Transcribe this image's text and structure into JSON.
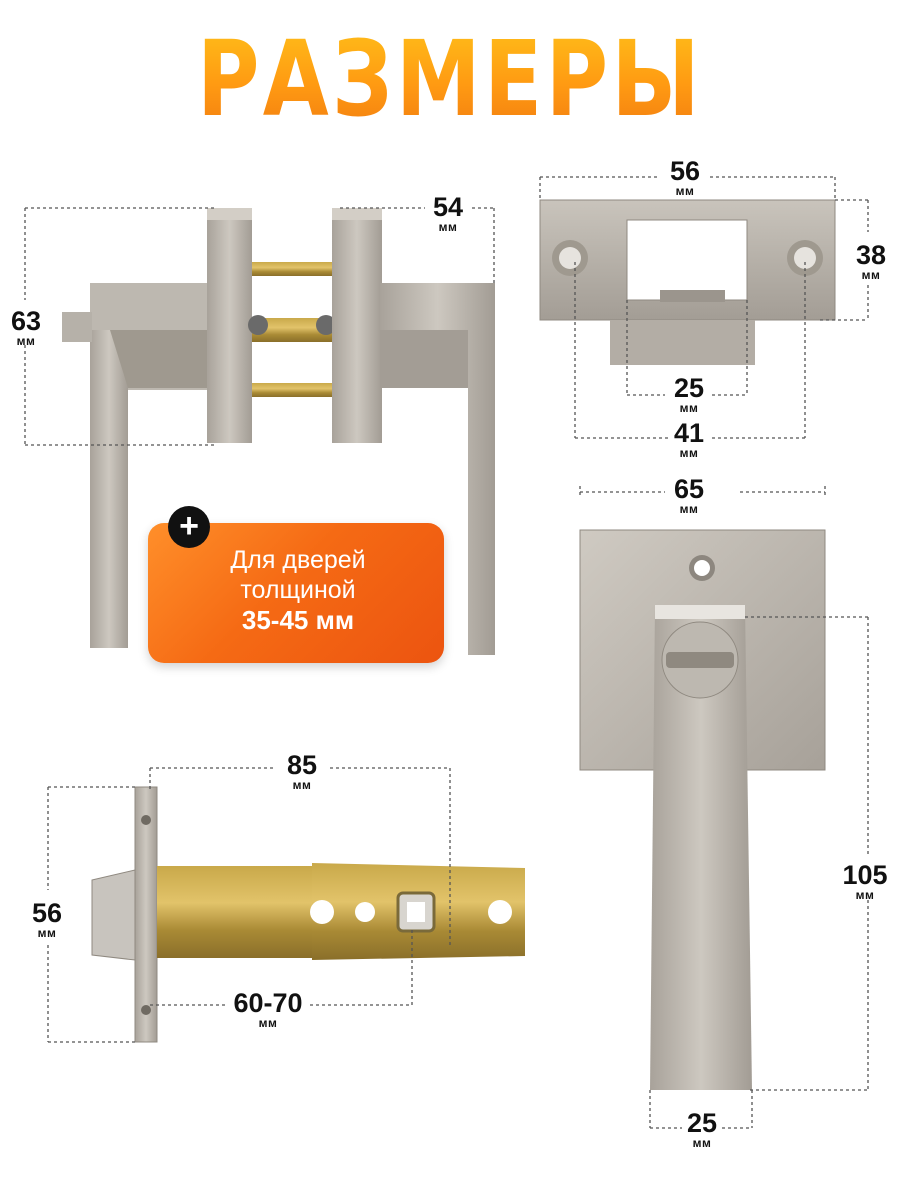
{
  "title": "РАЗМЕРЫ",
  "unit": "мм",
  "handle": {
    "height": "63",
    "depth": "54"
  },
  "strike_plate": {
    "width": "56",
    "height": "38",
    "opening": "25",
    "hole_spacing": "41"
  },
  "rosette": {
    "width": "65",
    "handle_length": "105",
    "handle_width": "25"
  },
  "latch": {
    "length": "85",
    "faceplate_height": "56",
    "backset": "60-70"
  },
  "badge": {
    "line1": "Для дверей",
    "line2": "толщиной",
    "line3": "35-45 мм"
  },
  "colors": {
    "title_gradient": [
      "#ffc21a",
      "#f07a10"
    ],
    "badge": "#f56a14",
    "metal": "#b9b4ac"
  }
}
